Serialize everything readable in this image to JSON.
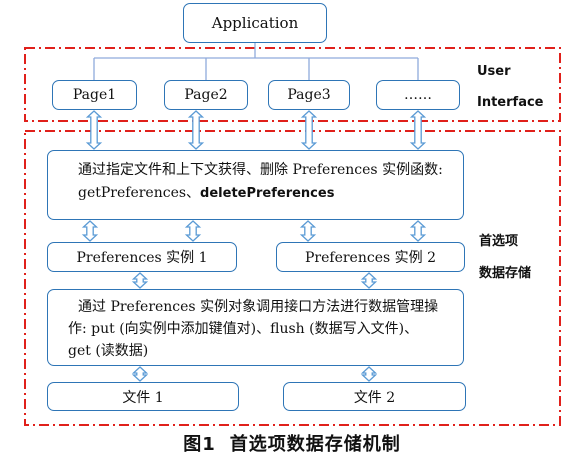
{
  "diagram": {
    "top_node": "Application",
    "pages": [
      "Page1",
      "Page2",
      "Page3",
      "……"
    ],
    "user_interface_label": [
      "User",
      "Interface"
    ],
    "storage_label": [
      "首选项",
      "数据存储"
    ],
    "get_box": {
      "line1": "通过指定文件和上下文获得、删除 Preferences 实例函数:",
      "line2_serif": "getPreferences、",
      "line2_bold": "deletePreferences"
    },
    "instances": [
      "Preferences 实例 1",
      "Preferences 实例 2"
    ],
    "manage_box": {
      "line1": "通过 Preferences 实例对象调用接口方法进行数据管理操",
      "line2": "作: put (向实例中添加键值对)、flush (数据写入文件)、",
      "line3": "get (读数据)"
    },
    "files": [
      "文件 1",
      "文件 2"
    ],
    "caption_num": "图1",
    "caption_text": "首选项数据存储机制",
    "colors": {
      "box_border": "#2e75b6",
      "arrow": "#5b9bd5",
      "dash_border": "#e0201b",
      "connector": "#8faadc"
    }
  }
}
